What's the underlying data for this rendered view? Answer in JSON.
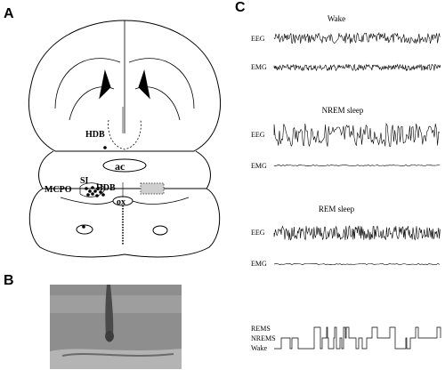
{
  "panels": {
    "a": {
      "letter": "A",
      "labels": {
        "hdb_upper": "HDB",
        "ac": "ac",
        "si": "SI",
        "hdb_lower": "HDB",
        "mcpo": "MCPO",
        "ox": "ox"
      }
    },
    "b": {
      "letter": "B"
    },
    "c": {
      "letter": "C",
      "states": [
        {
          "title": "Wake",
          "eeg_label": "EEG",
          "emg_label": "EMG"
        },
        {
          "title": "NREM sleep",
          "eeg_label": "EEG",
          "emg_label": "EMG"
        },
        {
          "title": "REM sleep",
          "eeg_label": "EEG",
          "emg_label": "EMG"
        }
      ],
      "hypnogram": {
        "levels": [
          "REMS",
          "NREMS",
          "Wake"
        ]
      }
    }
  },
  "colors": {
    "ink": "#000000",
    "photo_bg": "#8e8e8e",
    "tract": "#4a4a4a"
  }
}
